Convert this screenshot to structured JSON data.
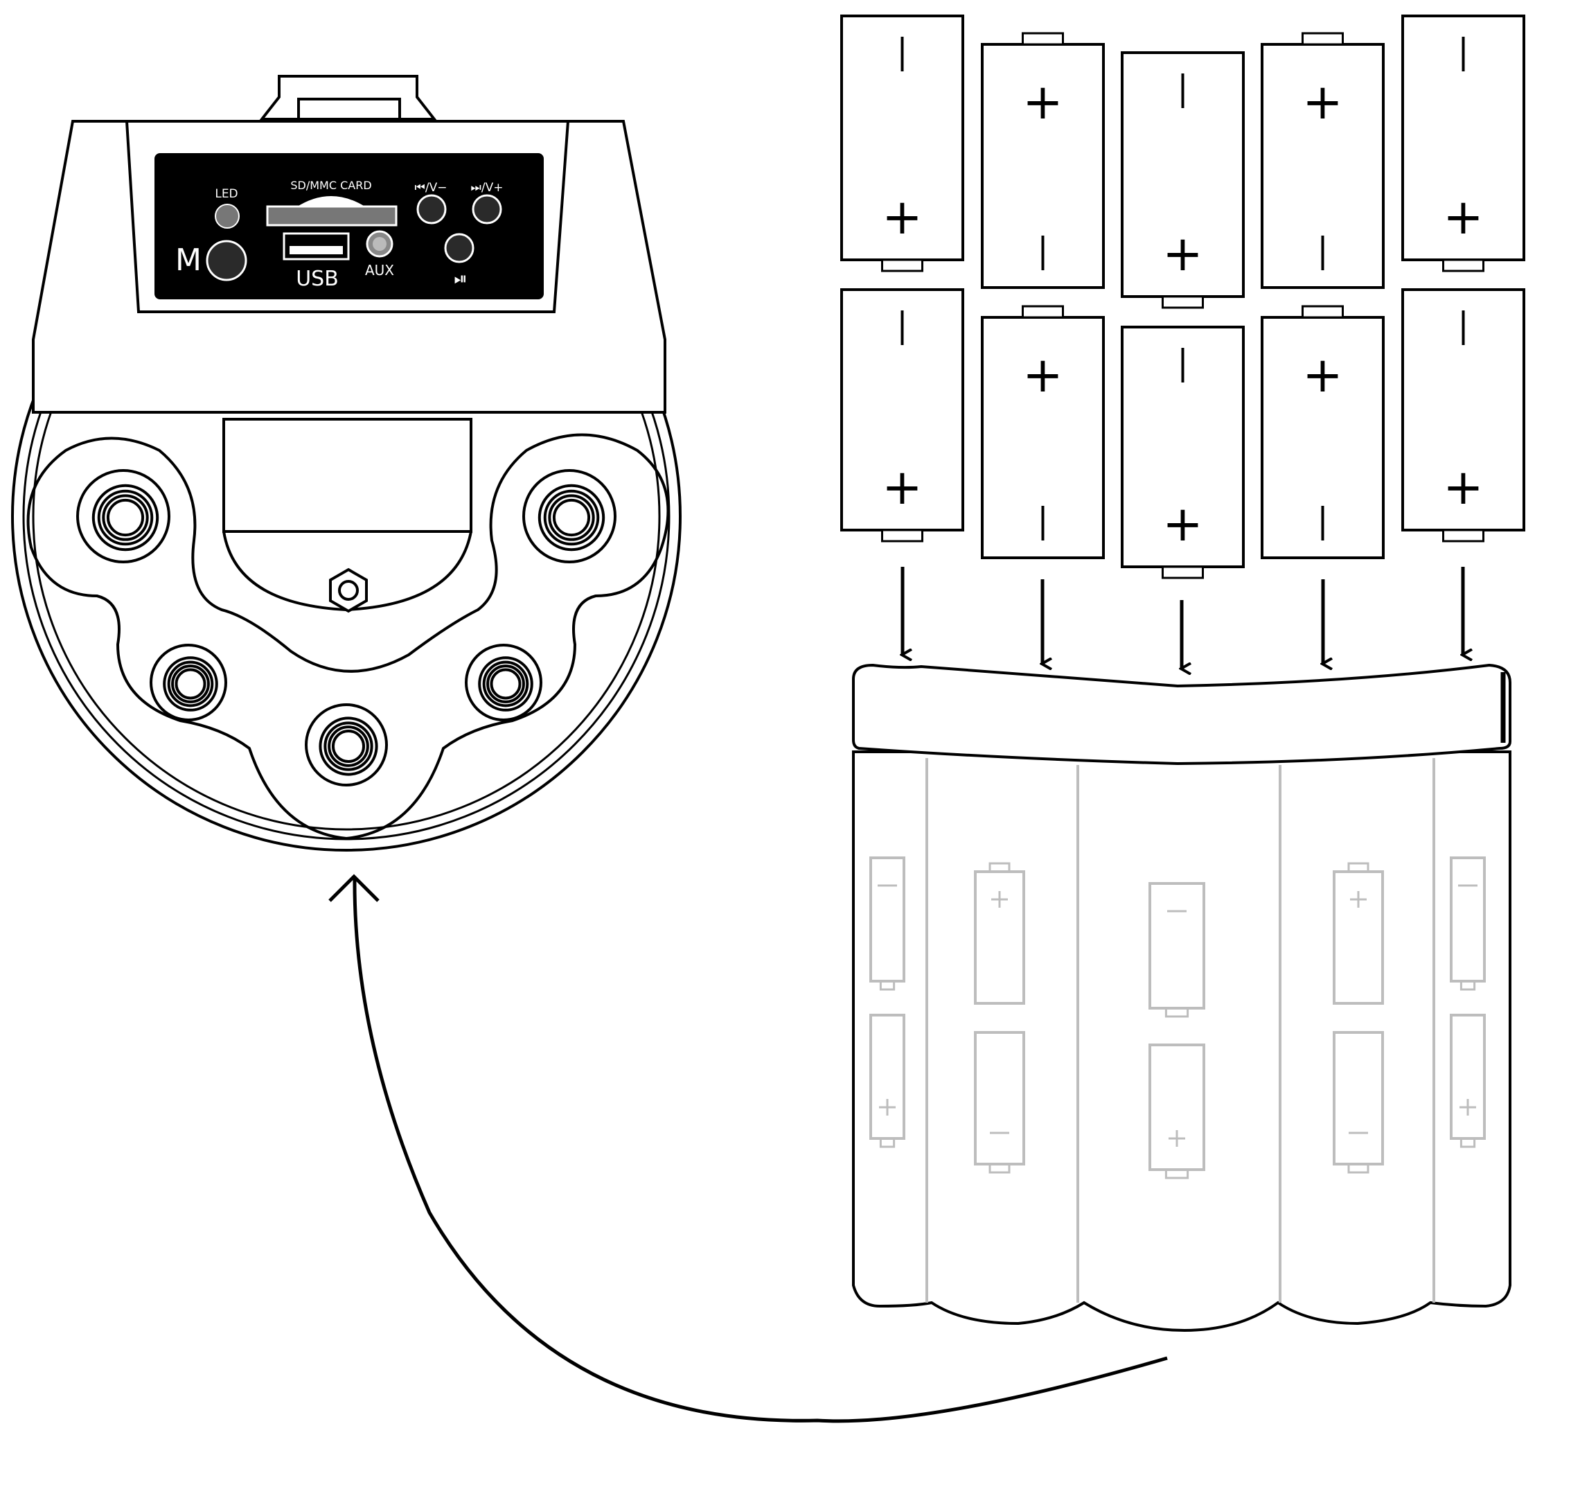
{
  "control_panel": {
    "led_label": "LED",
    "card_label": "SD/MMC CARD",
    "prev_label": "⏮/V−",
    "next_label": "⏭/V+",
    "mode_label": "M",
    "usb_label": "USB",
    "aux_label": "AUX",
    "play_label": "⏯"
  },
  "batteries": {
    "count": 10,
    "columns": 5,
    "rows": 2,
    "polarity_symbols": [
      "+",
      "−"
    ]
  },
  "colors": {
    "line": "#000000",
    "panel": "#000000",
    "panel_text": "#ffffff",
    "button_fill": "#2a2a2a",
    "ghost": "#bdbdbd"
  }
}
